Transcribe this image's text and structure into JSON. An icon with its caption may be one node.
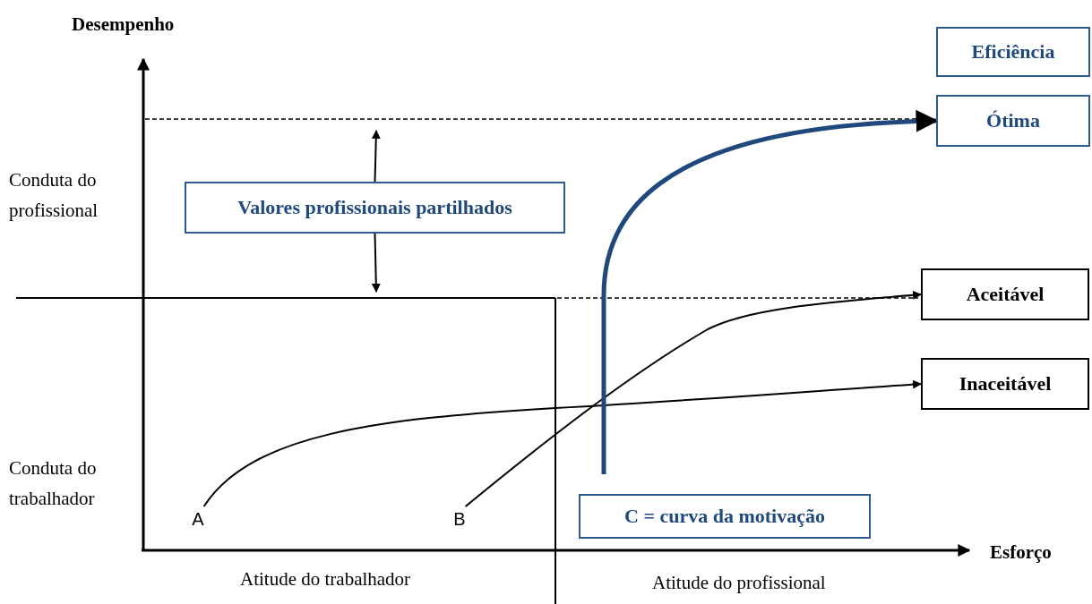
{
  "diagram": {
    "nodes": [
      {
        "text": [
          "Eficiência"
        ]
      },
      {
        "text": [
          "Ótima"
        ]
      },
      {
        "text": [
          "Valores profissionais partilhados"
        ]
      },
      {
        "text": [
          "Aceitável"
        ]
      },
      {
        "text": [
          "Inaceitável"
        ]
      },
      {
        "text": [
          "C = curva da motivação"
        ]
      },
      {
        "text": [
          "A"
        ]
      },
      {
        "text": [
          "B"
        ]
      }
    ],
    "edges": [
      {
        "from": 6,
        "to": 4,
        "arrow": "to"
      },
      {
        "from": 7,
        "to": 3,
        "arrow": "to"
      },
      {
        "from": null,
        "to": 1,
        "arrow": "to",
        "style": "thick",
        "color": "#1f497d"
      },
      {
        "from": 2,
        "to": null,
        "arrow": "to"
      },
      {
        "from": 2,
        "to": null,
        "arrow": "to"
      }
    ],
    "labels": [
      "Desempenho",
      "Conduta do profissional",
      "Conduta do trabalhador",
      "Esforço",
      "Atitude do trabalhador",
      "Atitude do profissional"
    ]
  }
}
